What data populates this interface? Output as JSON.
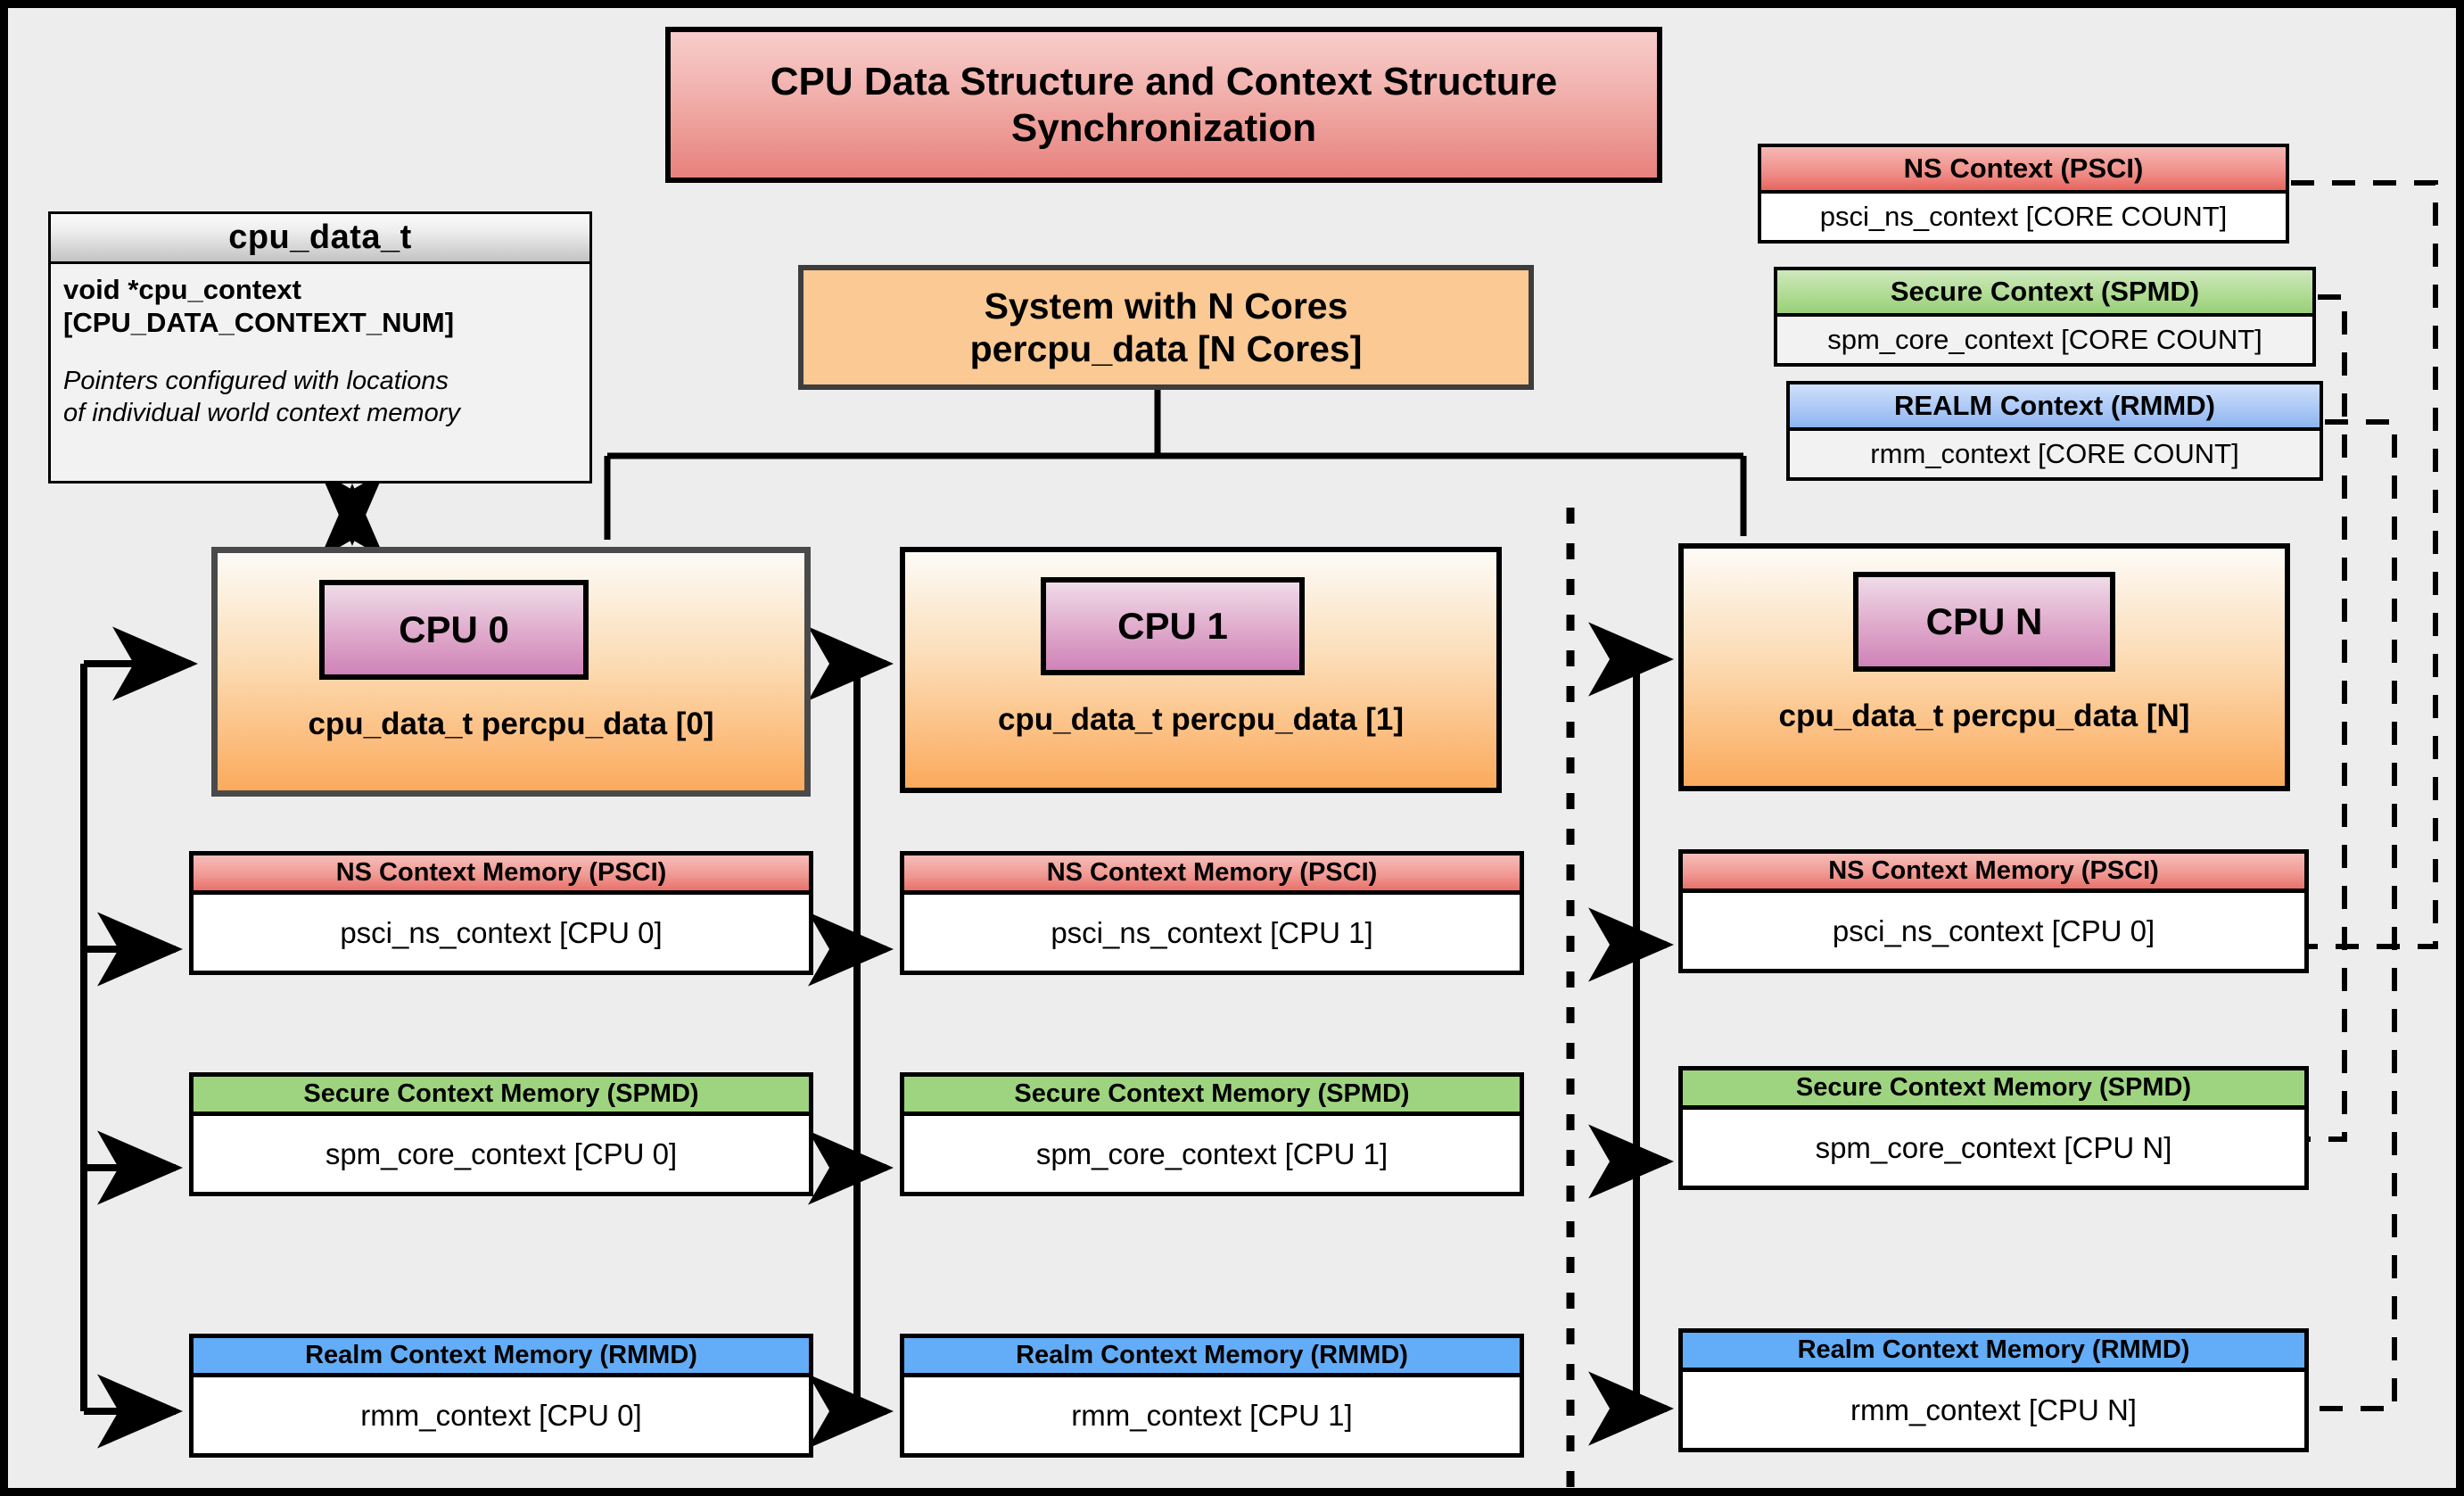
{
  "title": {
    "line1": "CPU Data Structure and Context Structure",
    "line2": "Synchronization"
  },
  "struct": {
    "name": "cpu_data_t",
    "field_line1": "void  *cpu_context",
    "field_line2": "[CPU_DATA_CONTEXT_NUM]",
    "note_line1": "Pointers configured with locations",
    "note_line2": "of individual world context memory"
  },
  "system": {
    "line1": "System with N Cores",
    "line2": "percpu_data [N Cores]"
  },
  "context_defs": [
    {
      "key": "ns",
      "header": "NS Context  (PSCI)",
      "body": "psci_ns_context [CORE COUNT]"
    },
    {
      "key": "secure",
      "header": "Secure Context (SPMD)",
      "body": "spm_core_context [CORE COUNT]"
    },
    {
      "key": "realm",
      "header": "REALM Context (RMMD)",
      "body": "rmm_context [CORE COUNT]"
    }
  ],
  "cpus": [
    {
      "chip": "CPU 0",
      "label": "cpu_data_t percpu_data [0]",
      "contexts": [
        {
          "key": "ns",
          "header": "NS Context Memory (PSCI)",
          "body": "psci_ns_context [CPU 0]"
        },
        {
          "key": "secure",
          "header": "Secure Context Memory (SPMD)",
          "body": "spm_core_context [CPU 0]"
        },
        {
          "key": "realm",
          "header": "Realm Context Memory (RMMD)",
          "body": "rmm_context [CPU 0]"
        }
      ]
    },
    {
      "chip": "CPU 1",
      "label": "cpu_data_t percpu_data [1]",
      "contexts": [
        {
          "key": "ns",
          "header": "NS Context Memory (PSCI)",
          "body": "psci_ns_context [CPU 1]"
        },
        {
          "key": "secure",
          "header": "Secure Context Memory (SPMD)",
          "body": "spm_core_context [CPU 1]"
        },
        {
          "key": "realm",
          "header": "Realm Context Memory (RMMD)",
          "body": "rmm_context [CPU 1]"
        }
      ]
    },
    {
      "chip": "CPU N",
      "label": "cpu_data_t percpu_data [N]",
      "contexts": [
        {
          "key": "ns",
          "header": "NS Context Memory (PSCI)",
          "body": "psci_ns_context [CPU 0]"
        },
        {
          "key": "secure",
          "header": "Secure Context Memory (SPMD)",
          "body": "spm_core_context [CPU N]"
        },
        {
          "key": "realm",
          "header": "Realm Context Memory (RMMD)",
          "body": "rmm_context [CPU N]"
        }
      ]
    }
  ],
  "colors": {
    "canvas_bg": "#ecedec",
    "title_fill": "#ee9a95",
    "system_fill": "#fac994",
    "cpu_fill": "#fbaa5c",
    "chip_fill": "#cf83b8",
    "ns_header": "#e9716b",
    "secure_header": "#9ed47f",
    "realm_header": "#63acf7",
    "line": "#000000"
  }
}
